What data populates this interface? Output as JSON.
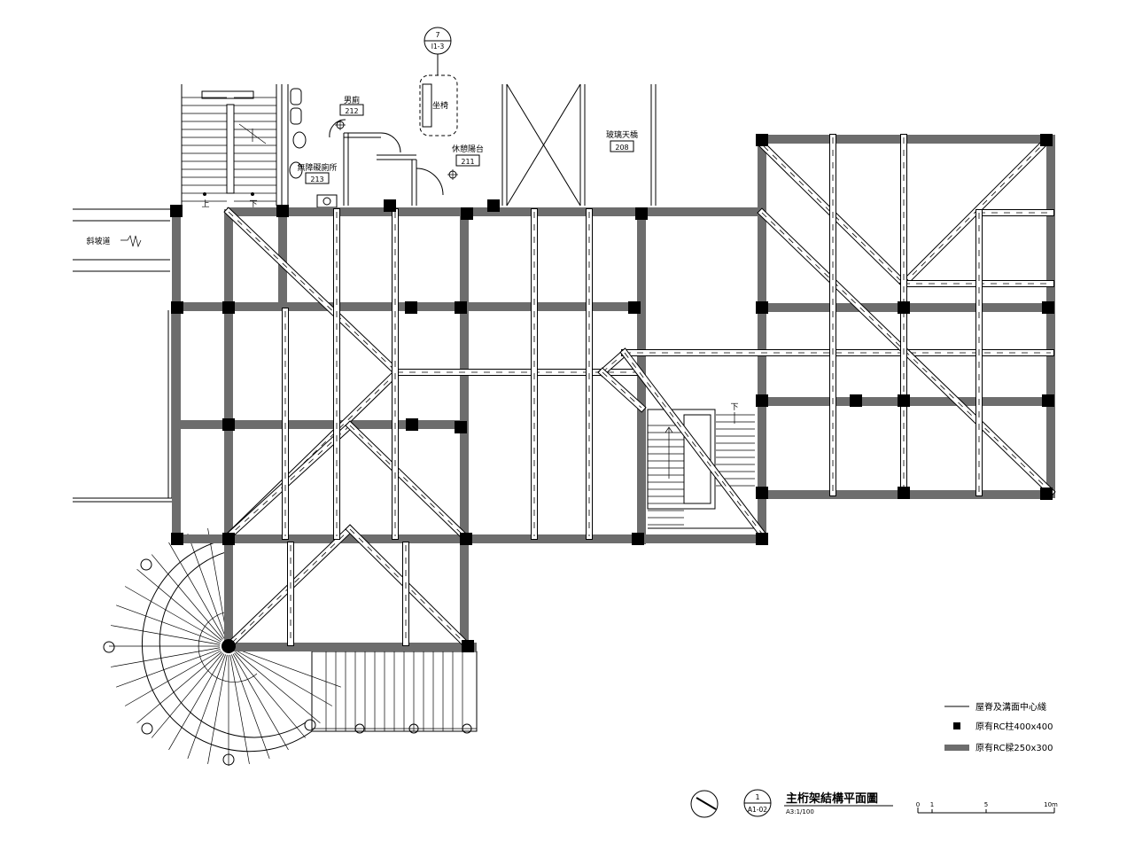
{
  "drawing": {
    "title": "主桁架結構平面圖",
    "scale_text": "A3:1/100",
    "detail_number": "1",
    "detail_sheet": "A1-02"
  },
  "section_marker": {
    "number": "7",
    "sheet": "I1-3"
  },
  "rooms": [
    {
      "name": "男廁",
      "number": "212"
    },
    {
      "name": "無障礙廁所",
      "number": "213"
    },
    {
      "name": "休憩陽台",
      "number": "211"
    },
    {
      "name": "玻璃天橋",
      "number": "208"
    }
  ],
  "labels": {
    "ramp": "斜坡道",
    "up": "上",
    "down": "下",
    "bench": "坐椅"
  },
  "legend": [
    {
      "symbol": "line",
      "text": "屋脊及溝面中心綫"
    },
    {
      "symbol": "square",
      "text": "原有RC柱400x400"
    },
    {
      "symbol": "bar",
      "text": "原有RC樑250x300"
    }
  ],
  "scale_bar": {
    "ticks": [
      "0",
      "1",
      "5",
      "10m"
    ]
  },
  "colors": {
    "beam": "#6d6d6d",
    "column": "#000000",
    "line": "#000000"
  }
}
